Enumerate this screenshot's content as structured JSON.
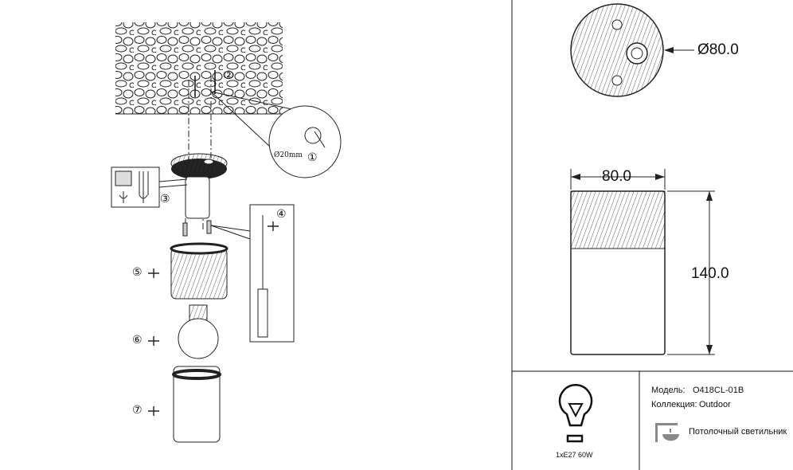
{
  "assembly": {
    "hole_label": "Ø20mm",
    "steps": [
      "①",
      "②",
      "③",
      "④",
      "⑤",
      "⑥",
      "⑦"
    ]
  },
  "dimensions": {
    "diameter": "Ø80.0",
    "width": "80.0",
    "height": "140.0"
  },
  "info": {
    "bulb_spec": "1xE27 60W",
    "model_label": "Модель:",
    "model_value": "O418CL-01B",
    "collection_label": "Коллекция:",
    "collection_value": "Outdoor",
    "type_label": "Потолочный светильник"
  },
  "icons": [
    "bulb-icon",
    "ceiling-lamp-icon",
    "screwdriver-icon"
  ]
}
